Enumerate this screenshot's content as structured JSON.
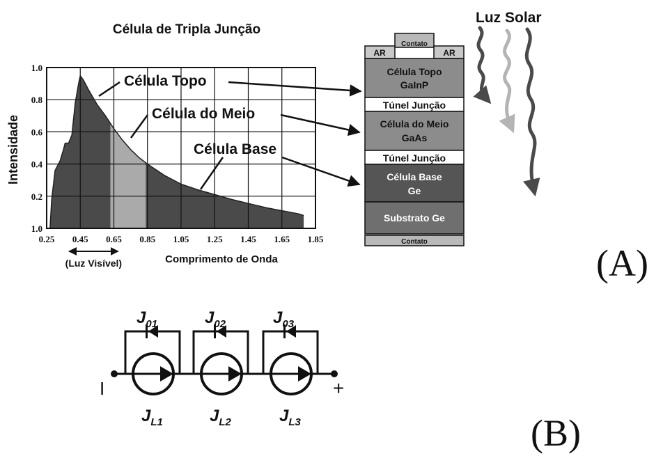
{
  "panel_a": {
    "title": "Célula de Tripla Junção",
    "panel_label": "(A)",
    "chart_data": {
      "type": "area",
      "title": "Célula de Tripla Junção",
      "xlabel": "Comprimento de Onda",
      "ylabel": "Intensidade",
      "xlim": [
        0.25,
        1.85
      ],
      "ylim": [
        0.0,
        1.0
      ],
      "x_ticks": [
        "0.25",
        "0.45",
        "0.65",
        "0.85",
        "1.05",
        "1.25",
        "1.45",
        "1.65",
        "1.85"
      ],
      "y_ticks": [
        "1.0",
        "0.2",
        "0.4",
        "0.6",
        "0.8",
        "1.0"
      ],
      "spectrum": {
        "x": [
          0.27,
          0.28,
          0.3,
          0.33,
          0.35,
          0.36,
          0.38,
          0.4,
          0.42,
          0.44,
          0.45,
          0.47,
          0.5,
          0.55,
          0.6,
          0.65,
          0.7,
          0.75,
          0.8,
          0.85,
          0.95,
          1.05,
          1.15,
          1.25,
          1.35,
          1.45,
          1.55,
          1.65,
          1.75,
          1.78
        ],
        "y": [
          0.0,
          0.18,
          0.36,
          0.42,
          0.49,
          0.53,
          0.53,
          0.58,
          0.78,
          0.9,
          0.95,
          0.92,
          0.86,
          0.77,
          0.7,
          0.62,
          0.55,
          0.49,
          0.44,
          0.4,
          0.33,
          0.275,
          0.24,
          0.21,
          0.18,
          0.155,
          0.13,
          0.11,
          0.09,
          0.08
        ]
      },
      "regions": [
        {
          "name": "Célula Topo",
          "from": 0.27,
          "to": 0.63
        },
        {
          "name": "Célula do Meio",
          "from": 0.63,
          "to": 0.84
        },
        {
          "name": "Célula Base",
          "from": 0.84,
          "to": 1.78
        }
      ],
      "visible_band": {
        "label": "(Luz Visível)",
        "from": 0.4,
        "to": 0.7
      }
    },
    "callouts": [
      "Célula Topo",
      "Célula do Meio",
      "Célula Base"
    ],
    "stack": {
      "top_contact": "Contato",
      "ar_left": "AR",
      "ar_right": "AR",
      "layers": [
        {
          "lines": [
            "Célula Topo",
            "GaInP"
          ]
        },
        {
          "lines": [
            "Túnel Junção"
          ]
        },
        {
          "lines": [
            "Célula do Meio",
            "GaAs"
          ]
        },
        {
          "lines": [
            "Túnel Junção"
          ]
        },
        {
          "lines": [
            "Célula Base",
            "Ge"
          ]
        },
        {
          "lines": [
            "Substrato Ge"
          ]
        },
        {
          "lines": [
            "Contato"
          ]
        }
      ]
    },
    "sunlight": {
      "label": "Luz Solar"
    },
    "colors": {
      "dark": "#4a4a4a",
      "light": "#aaaaaa",
      "layer_gray": "#8c8c8c",
      "layer_dark": "#555555"
    }
  },
  "panel_b": {
    "panel_label": "(B)",
    "terminal_minus": "I",
    "terminal_plus": "+",
    "diodes": [
      {
        "label": "J",
        "sub": "01"
      },
      {
        "label": "J",
        "sub": "02"
      },
      {
        "label": "J",
        "sub": "03"
      }
    ],
    "sources": [
      {
        "label": "J",
        "sub": "L1"
      },
      {
        "label": "J",
        "sub": "L2"
      },
      {
        "label": "J",
        "sub": "L3"
      }
    ]
  }
}
